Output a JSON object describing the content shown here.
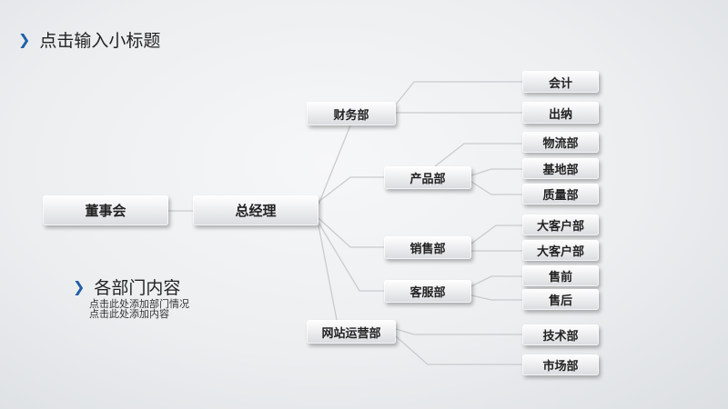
{
  "slide_title": "点击输入小标题",
  "section": {
    "heading": "各部门内容",
    "lines": [
      "点击此处添加部门情况",
      "点击此处添加内容"
    ]
  },
  "org": {
    "board": "董事会",
    "gm": "总经理",
    "departments": [
      "财务部",
      "产品部",
      "销售部",
      "客服部",
      "网站运营部"
    ],
    "sub_units": [
      "会计",
      "出纳",
      "物流部",
      "基地部",
      "质量部",
      "大客户部",
      "大客户部",
      "售前",
      "售后",
      "技术部",
      "市场部"
    ]
  },
  "colors": {
    "accent": "#1f5fa8",
    "line": "#c9cbce"
  }
}
